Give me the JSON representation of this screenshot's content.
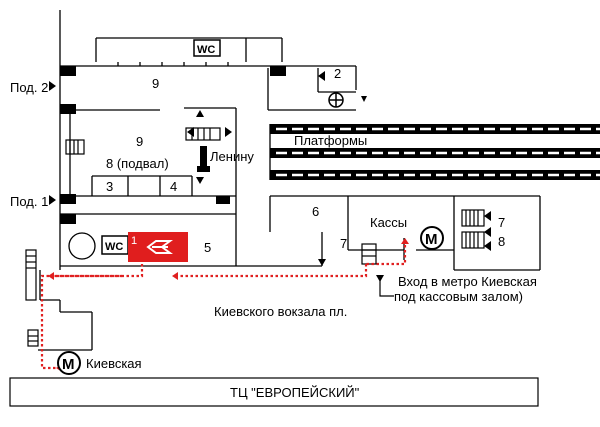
{
  "map": {
    "labels": {
      "exit_pod2": "Под. 2",
      "exit_pod1": "Под. 1",
      "room9_top": "9",
      "room9_mid": "9",
      "room8": "8 (подвал)",
      "room3": "3",
      "room4": "4",
      "room2": "2",
      "room5": "5",
      "room6": "6",
      "room7_left": "7",
      "room7_right": "7",
      "room8_right": "8",
      "red_box_num": "1",
      "wc_top": "WC",
      "wc_bottom": "WC",
      "lenin": "Ленину",
      "platforms": "Платформы",
      "kassy": "Кассы",
      "metro_entrance_line1": "Вход в метро Киевская",
      "metro_entrance_line2": "под кассовым залом)",
      "square": "Киевского вокзала пл.",
      "metro_station": "Киевская",
      "mall": "ТЦ \"ЕВРОПЕЙСКИЙ\"",
      "metro_logo": "M"
    },
    "colors": {
      "ink": "#000000",
      "route": "#e02020",
      "red_box": "#e01e1e",
      "platform_stripe": "#ffffff"
    },
    "icons": {
      "metro": "metro-logo-icon",
      "train": "railway-logo-icon",
      "lift": "lift-icon",
      "wc": "wc-icon"
    }
  }
}
